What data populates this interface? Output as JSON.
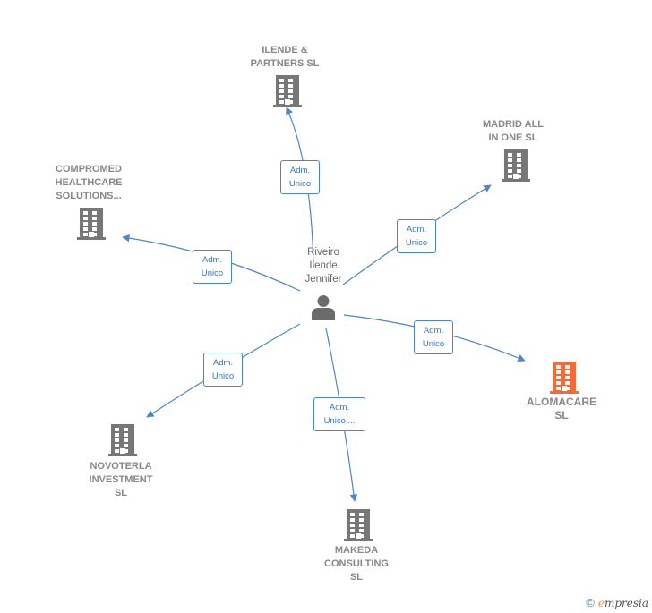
{
  "center": {
    "name": "Riveiro\nIlende\nJennifer"
  },
  "companies": [
    {
      "id": "ilende",
      "name": "ILENDE &\nPARTNERS  SL",
      "highlight": false
    },
    {
      "id": "madrid",
      "name": "MADRID ALL\nIN ONE  SL",
      "highlight": false
    },
    {
      "id": "compromed",
      "name": "COMPROMED\nHEALTHCARE\nSOLUTIONS...",
      "highlight": false
    },
    {
      "id": "alomacare",
      "name": "ALOMACARE\nSL",
      "highlight": true
    },
    {
      "id": "novoterla",
      "name": "NOVOTERLA\nINVESTMENT\nSL",
      "highlight": false
    },
    {
      "id": "makeda",
      "name": "MAKEDA\nCONSULTING\nSL",
      "highlight": false
    }
  ],
  "roles": [
    {
      "to": "ilende",
      "label": "Adm.\nUnico"
    },
    {
      "to": "madrid",
      "label": "Adm.\nUnico"
    },
    {
      "to": "compromed",
      "label": "Adm.\nUnico"
    },
    {
      "to": "alomacare",
      "label": "Adm.\nUnico"
    },
    {
      "to": "novoterla",
      "label": "Adm.\nUnico"
    },
    {
      "to": "makeda",
      "label": "Adm.\nUnico,..."
    }
  ],
  "colors": {
    "edge": "#4a86c8",
    "building": "#777777",
    "building_highlight": "#f26b3a",
    "person": "#6b6b6b"
  },
  "footer": {
    "copyright": "©",
    "brand_first": "e",
    "brand_rest": "mpresia"
  }
}
